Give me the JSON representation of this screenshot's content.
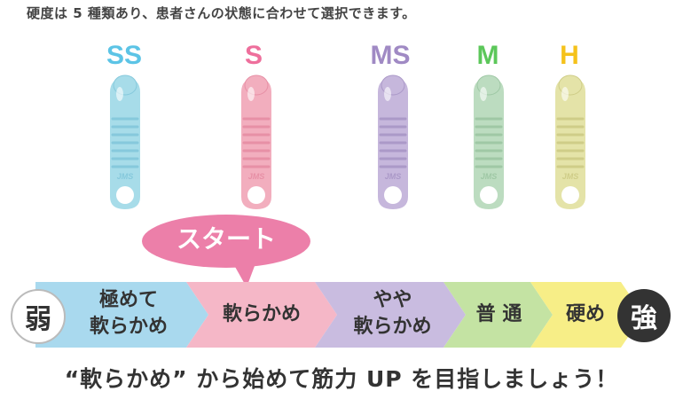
{
  "intro_text": "硬度は 5 種類あり、患者さんの状態に合わせて選択できます。",
  "grades": [
    {
      "label": "SS",
      "color": "#5cc4e6",
      "fill": "#a7dce9",
      "shade": "#86c9dc"
    },
    {
      "label": "S",
      "color": "#ee6f9c",
      "fill": "#f2aebe",
      "shade": "#e790a6"
    },
    {
      "label": "MS",
      "color": "#a08ac4",
      "fill": "#c6b7dc",
      "shade": "#ab99c8"
    },
    {
      "label": "M",
      "color": "#5cc75a",
      "fill": "#bcdcc0",
      "shade": "#9fc8a5"
    },
    {
      "label": "H",
      "color": "#f5c21b",
      "fill": "#e4e3a8",
      "shade": "#cfcd88"
    }
  ],
  "tool_brand": "JMS",
  "scale": {
    "weak": "弱",
    "strong": "強",
    "segments": [
      {
        "line1": "極めて",
        "line2": "軟らかめ",
        "color": "#a9d9ee"
      },
      {
        "line1": "軟らかめ",
        "line2": "",
        "color": "#f5b7c7"
      },
      {
        "line1": "やや",
        "line2": "軟らかめ",
        "color": "#c9bce0"
      },
      {
        "line1": "普 通",
        "line2": "",
        "color": "#c4e3a3"
      },
      {
        "line1": "硬め",
        "line2": "",
        "color": "#f7ee87"
      }
    ]
  },
  "callout": "スタート",
  "footer_text": "“軟らかめ” から始めて筋力 UP を目指しましょう！"
}
